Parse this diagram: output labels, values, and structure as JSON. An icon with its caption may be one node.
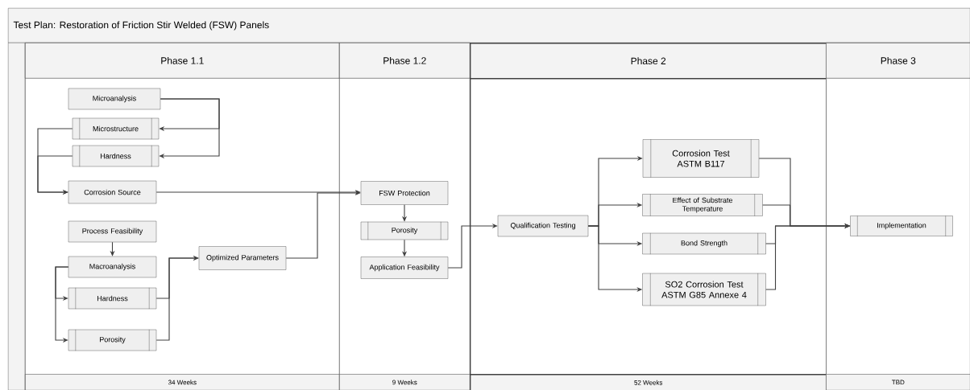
{
  "diagram": {
    "title": "Test Plan: Restoration of Friction Stir Welded (FSW) Panels",
    "nodes": [
      {
        "text": [
          "Phase 1.1",
          "34 Weeks"
        ]
      },
      {
        "text": [
          "Phase 1.2",
          "9 Weeks"
        ]
      },
      {
        "text": [
          "Phase 2",
          "52 Weeks"
        ]
      },
      {
        "text": [
          "Phase 3",
          "TBD"
        ]
      },
      {
        "text": [
          "Microanalysis"
        ],
        "in": 0
      },
      {
        "text": [
          "Microstructure"
        ],
        "in": 0
      },
      {
        "text": [
          "Hardness"
        ],
        "in": 0
      },
      {
        "text": [
          "Corrosion Source"
        ],
        "in": 0
      },
      {
        "text": [
          "Process Feasibility"
        ],
        "in": 0
      },
      {
        "text": [
          "Macroanalysis"
        ],
        "in": 0
      },
      {
        "text": [
          "Hardness"
        ],
        "in": 0
      },
      {
        "text": [
          "Porosity"
        ],
        "in": 0
      },
      {
        "text": [
          "Optimized Parameters"
        ],
        "in": 0
      },
      {
        "text": [
          "FSW Protection"
        ],
        "in": 1
      },
      {
        "text": [
          "Porosity"
        ],
        "in": 1
      },
      {
        "text": [
          "Application Feasibility"
        ],
        "in": 1
      },
      {
        "text": [
          "Qualification Testing"
        ],
        "in": 2
      },
      {
        "text": [
          "Corrosion Test ASTM B117"
        ],
        "in": 2
      },
      {
        "text": [
          "Effect of Substrate Temperature"
        ],
        "in": 2
      },
      {
        "text": [
          "Bond Strength"
        ],
        "in": 2
      },
      {
        "text": [
          "SO2 Corrosion Test ASTM G85 Annexe 4"
        ],
        "in": 2
      },
      {
        "text": [
          "Implementation"
        ],
        "in": 3
      }
    ],
    "edges": [
      {
        "from": 4,
        "to": 5,
        "arrow": "to"
      },
      {
        "from": 4,
        "to": 6,
        "arrow": "to"
      },
      {
        "from": 5,
        "to": 7,
        "arrow": "to"
      },
      {
        "from": 6,
        "to": 7,
        "arrow": "to"
      },
      {
        "from": 7,
        "to": 13,
        "arrow": "to"
      },
      {
        "from": 12,
        "to": 13,
        "arrow": "to"
      },
      {
        "from": 8,
        "to": 9,
        "arrow": "to"
      },
      {
        "from": 9,
        "to": 10,
        "arrow": "to"
      },
      {
        "from": 9,
        "to": 11,
        "arrow": "to"
      },
      {
        "from": 10,
        "to": 12,
        "arrow": "to"
      },
      {
        "from": 11,
        "to": 12,
        "arrow": "to"
      },
      {
        "from": 13,
        "to": 14,
        "arrow": "to"
      },
      {
        "from": 14,
        "to": 15,
        "arrow": "to"
      },
      {
        "from": 15,
        "to": 16,
        "arrow": "to"
      },
      {
        "from": 16,
        "to": 17,
        "arrow": "to"
      },
      {
        "from": 16,
        "to": 18,
        "arrow": "to"
      },
      {
        "from": 16,
        "to": 19,
        "arrow": "to"
      },
      {
        "from": 16,
        "to": 20,
        "arrow": "to"
      },
      {
        "from": 17,
        "to": 21,
        "arrow": "to"
      },
      {
        "from": 18,
        "to": 21,
        "arrow": "to"
      },
      {
        "from": 19,
        "to": 21,
        "arrow": "to"
      },
      {
        "from": 20,
        "to": 21,
        "arrow": "to"
      }
    ]
  }
}
